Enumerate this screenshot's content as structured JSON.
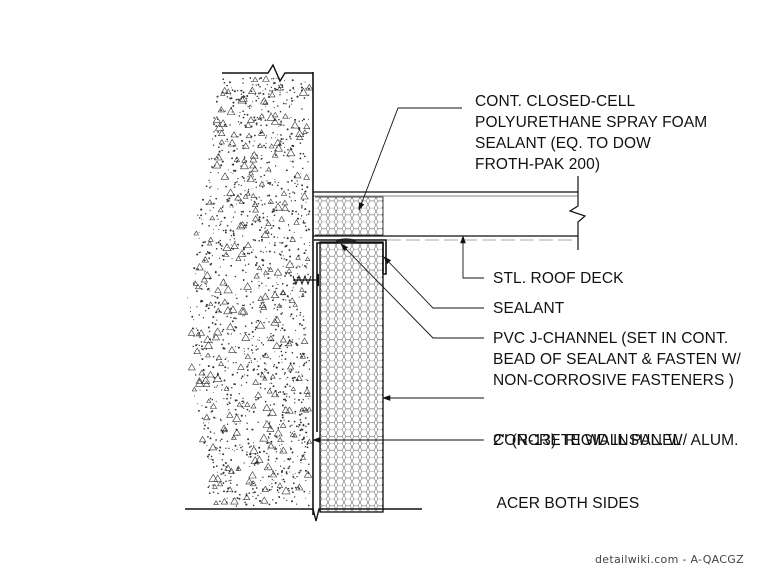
{
  "labels": {
    "foam_sealant": {
      "lines": [
        "CONT. CLOSED-CELL",
        "POLYURETHANE SPRAY FOAM",
        "SEALANT (EQ. TO DOW",
        "FROTH-PAK 200)"
      ]
    },
    "roof_deck": "STL. ROOF DECK",
    "sealant": "SEALANT",
    "j_channel": {
      "lines": [
        "PVC J-CHANNEL (SET IN CONT.",
        "BEAD OF SEALANT & FASTEN W/",
        "NON-CORROSIVE FASTENERS )"
      ]
    },
    "rigid_insulation": {
      "lines": [
        "2\" (R-13)  RIGID INSUL. W/ ALUM.",
        " ACER BOTH SIDES"
      ]
    },
    "concrete_panel": "CONCRETE WALL PANEL"
  },
  "watermark": "detailwiki.com - A-QACGZ",
  "colors": {
    "ink": "#111111",
    "background": "#ffffff"
  }
}
